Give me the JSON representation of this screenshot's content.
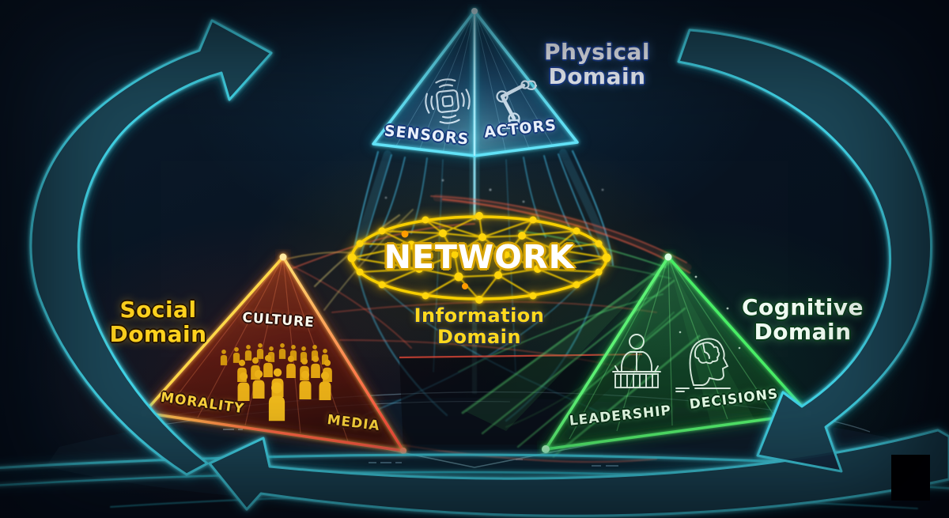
{
  "network": {
    "label": "NETWORK",
    "color": "#ffd60a",
    "icon": "network-mesh-icon"
  },
  "domains": {
    "physical": {
      "label": "Physical Domain",
      "accent": "#5ce0f5",
      "items": [
        {
          "label": "SENSORS",
          "icon": "sensor-signal-icon"
        },
        {
          "label": "ACTORS",
          "icon": "robot-arm-icon"
        }
      ]
    },
    "social": {
      "label": "Social Domain",
      "accent": "#ff6a45",
      "crowd_icon": "crowd-icon",
      "items": [
        {
          "label": "CULTURE"
        },
        {
          "label": "MORALITY"
        },
        {
          "label": "MEDIA"
        }
      ]
    },
    "cognitive": {
      "label": "Cognitive Domain",
      "accent": "#55f06e",
      "items": [
        {
          "label": "LEADERSHIP",
          "icon": "podium-speaker-icon"
        },
        {
          "label": "DECISIONS",
          "icon": "brain-profile-icon"
        }
      ]
    },
    "information": {
      "label": "Information Domain",
      "accent": "#ffd91e"
    }
  },
  "cycle": {
    "direction": "clockwise",
    "arrow_color": "#43d8ec"
  },
  "colors": {
    "background": "#081421",
    "redacted_square": "#000000"
  }
}
